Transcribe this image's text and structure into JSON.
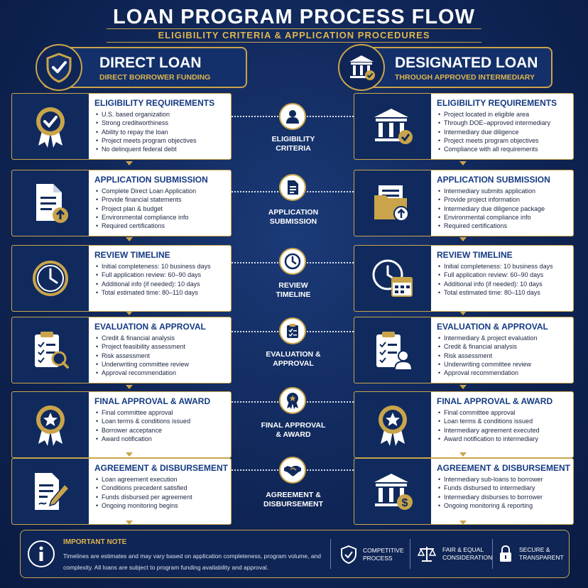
{
  "header": {
    "title": "LOAN PROGRAM PROCESS FLOW",
    "subtitle": "ELIGIBILITY CRITERIA & APPLICATION PROCEDURES"
  },
  "left_column": {
    "title": "DIRECT LOAN",
    "subtitle": "DIRECT BORROWER FUNDING",
    "icon": "shield-check-icon",
    "steps": [
      {
        "title": "ELIGIBILITY REQUIREMENTS",
        "icon": "award-ribbon-icon",
        "items": [
          "U.S. based organization",
          "Strong creditworthiness",
          "Ability to repay the loan",
          "Project meets program objectives",
          "No delinquent federal debt"
        ]
      },
      {
        "title": "APPLICATION SUBMISSION",
        "icon": "document-upload-icon",
        "items": [
          "Complete Direct Loan Application",
          "Provide financial statements",
          "Project plan & budget",
          "Environmental compliance info",
          "Required certifications"
        ]
      },
      {
        "title": "REVIEW TIMELINE",
        "icon": "clock-icon",
        "items": [
          "Initial completeness: 10 business days",
          "Full application review: 60–90 days",
          "Additional info (if needed): 10 days",
          "Total estimated time: 80–110 days"
        ]
      },
      {
        "title": "EVALUATION & APPROVAL",
        "icon": "clipboard-magnifier-icon",
        "items": [
          "Credit & financial analysis",
          "Project feasibility assessment",
          "Risk assessment",
          "Underwriting committee review",
          "Approval recommendation"
        ]
      },
      {
        "title": "FINAL APPROVAL & AWARD",
        "icon": "star-medal-icon",
        "items": [
          "Final committee approval",
          "Loan terms & conditions issued",
          "Borrower acceptance",
          "Award notification"
        ]
      },
      {
        "title": "AGREEMENT & DISBURSEMENT",
        "icon": "contract-pen-icon",
        "items": [
          "Loan agreement execution",
          "Conditions precedent satisfied",
          "Funds disbursed per agreement",
          "Ongoing monitoring begins"
        ]
      }
    ]
  },
  "right_column": {
    "title": "DESIGNATED LOAN",
    "subtitle": "THROUGH APPROVED INTERMEDIARY",
    "icon": "bank-check-icon",
    "steps": [
      {
        "title": "ELIGIBILITY REQUIREMENTS",
        "icon": "bank-check-icon",
        "items": [
          "Project located in eligible area",
          "Through DOE–approved intermediary",
          "Intermediary due diligence",
          "Project meets program objectives",
          "Compliance with all requirements"
        ]
      },
      {
        "title": "APPLICATION SUBMISSION",
        "icon": "folder-upload-icon",
        "items": [
          "Intermediary submits application",
          "Provide project information",
          "Intermediary due diligence package",
          "Environmental compliance info",
          "Required certifications"
        ]
      },
      {
        "title": "REVIEW TIMELINE",
        "icon": "clock-calendar-icon",
        "items": [
          "Initial completeness: 10 business days",
          "Full application review: 60–90 days",
          "Additional info (if needed): 10 days",
          "Total estimated time: 80–110 days"
        ]
      },
      {
        "title": "EVALUATION & APPROVAL",
        "icon": "clipboard-person-icon",
        "items": [
          "Intermediary & project evaluation",
          "Credit & financial analysis",
          "Risk assessment",
          "Underwriting committee review",
          "Approval recommendation"
        ]
      },
      {
        "title": "FINAL APPROVAL & AWARD",
        "icon": "star-medal-icon",
        "items": [
          "Final committee approval",
          "Loan terms & conditions issued",
          "Intermediary agreement executed",
          "Award notification to intermediary"
        ]
      },
      {
        "title": "AGREEMENT & DISBURSEMENT",
        "icon": "bank-dollar-icon",
        "items": [
          "Intermediary sub-loans to borrower",
          "Funds disbursed to intermediary",
          "Intermediary disburses to borrower",
          "Ongoing monitoring & reporting"
        ]
      }
    ]
  },
  "center_steps": [
    {
      "label_1": "ELIGIBILITY",
      "label_2": "CRITERIA",
      "icon": "person-icon"
    },
    {
      "label_1": "APPLICATION",
      "label_2": "SUBMISSION",
      "icon": "document-icon"
    },
    {
      "label_1": "REVIEW",
      "label_2": "TIMELINE",
      "icon": "clock-icon"
    },
    {
      "label_1": "EVALUATION &",
      "label_2": "APPROVAL",
      "icon": "checklist-icon"
    },
    {
      "label_1": "FINAL APPROVAL",
      "label_2": "& AWARD",
      "icon": "award-icon"
    },
    {
      "label_1": "AGREEMENT &",
      "label_2": "DISBURSEMENT",
      "icon": "handshake-icon"
    }
  ],
  "footer": {
    "note_title": "IMPORTANT NOTE",
    "note_text": "Timelines are estimates and may vary based on application completeness, program volume, and complexity. All loans are subject to program funding availability and approval.",
    "features": [
      {
        "line_1": "COMPETITIVE",
        "line_2": "PROCESS",
        "icon": "shield-check-icon"
      },
      {
        "line_1": "FAIR & EQUAL",
        "line_2": "CONSIDERATION",
        "icon": "scales-icon"
      },
      {
        "line_1": "SECURE &",
        "line_2": "TRANSPARENT",
        "icon": "lock-icon"
      }
    ]
  },
  "colors": {
    "navy": "#0f2555",
    "gold": "#c9a44a",
    "title_blue": "#143a82"
  }
}
